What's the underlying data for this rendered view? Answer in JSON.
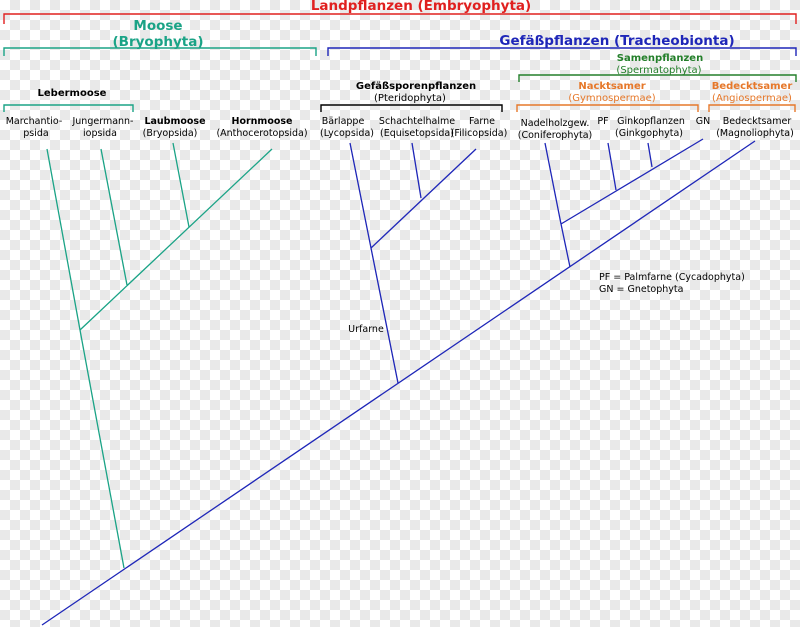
{
  "colors": {
    "land": "#e0201f",
    "moose": "#1aa386",
    "gefass": "#1e26b8",
    "samen": "#237f2a",
    "orange": "#e6782a",
    "black": "#000000"
  },
  "headers": {
    "land": "Landpflanzen (Embryophyta)",
    "moose1": "Moose",
    "moose2": "(Bryophyta)",
    "gefass": "Gefäßpflanzen (Tracheobionta)",
    "samen1": "Samenpflanzen",
    "samen2": "(Spermatophyta)",
    "leber": "Lebermoose",
    "sporen1": "Gefäßsporenpflanzen",
    "sporen2": "(Pteridophyta)",
    "nackt1": "Nacktsamer",
    "nackt2": "(Gymnospermae)",
    "bedeckt1": "Bedecktsamer",
    "bedeckt2": "(Angiospermae)"
  },
  "taxa": {
    "marchantio1": "Marchantio-",
    "marchantio2": "psida",
    "jungermann1": "Jungermann-",
    "jungermann2": "iopsida",
    "laub1": "Laubmoose",
    "laub2": "(Bryopsida)",
    "horn1": "Hornmoose",
    "horn2": "(Anthocerotopsida)",
    "baerlappe1": "Bärlappe",
    "baerlappe2": "(Lycopsida)",
    "schachtel1": "Schachtelhalme",
    "schachtel2": "(Equisetopsida)",
    "farne1": "Farne",
    "farne2": "(Filicopsida)",
    "nadel1": "Nadelholzgew.",
    "nadel2": "(Coniferophyta)",
    "pf": "PF",
    "ginkgo1": "Ginkopflanzen",
    "ginkgo2": "(Ginkgophyta)",
    "gn": "GN",
    "bedecktsamer1": "Bedecktsamer",
    "bedecktsamer2": "(Magnoliophyta)"
  },
  "annotations": {
    "urfarne": "Urfarne",
    "legend1": "PF = Palmfarne (Cycadophyta)",
    "legend2": "GN = Gnetophyta"
  }
}
